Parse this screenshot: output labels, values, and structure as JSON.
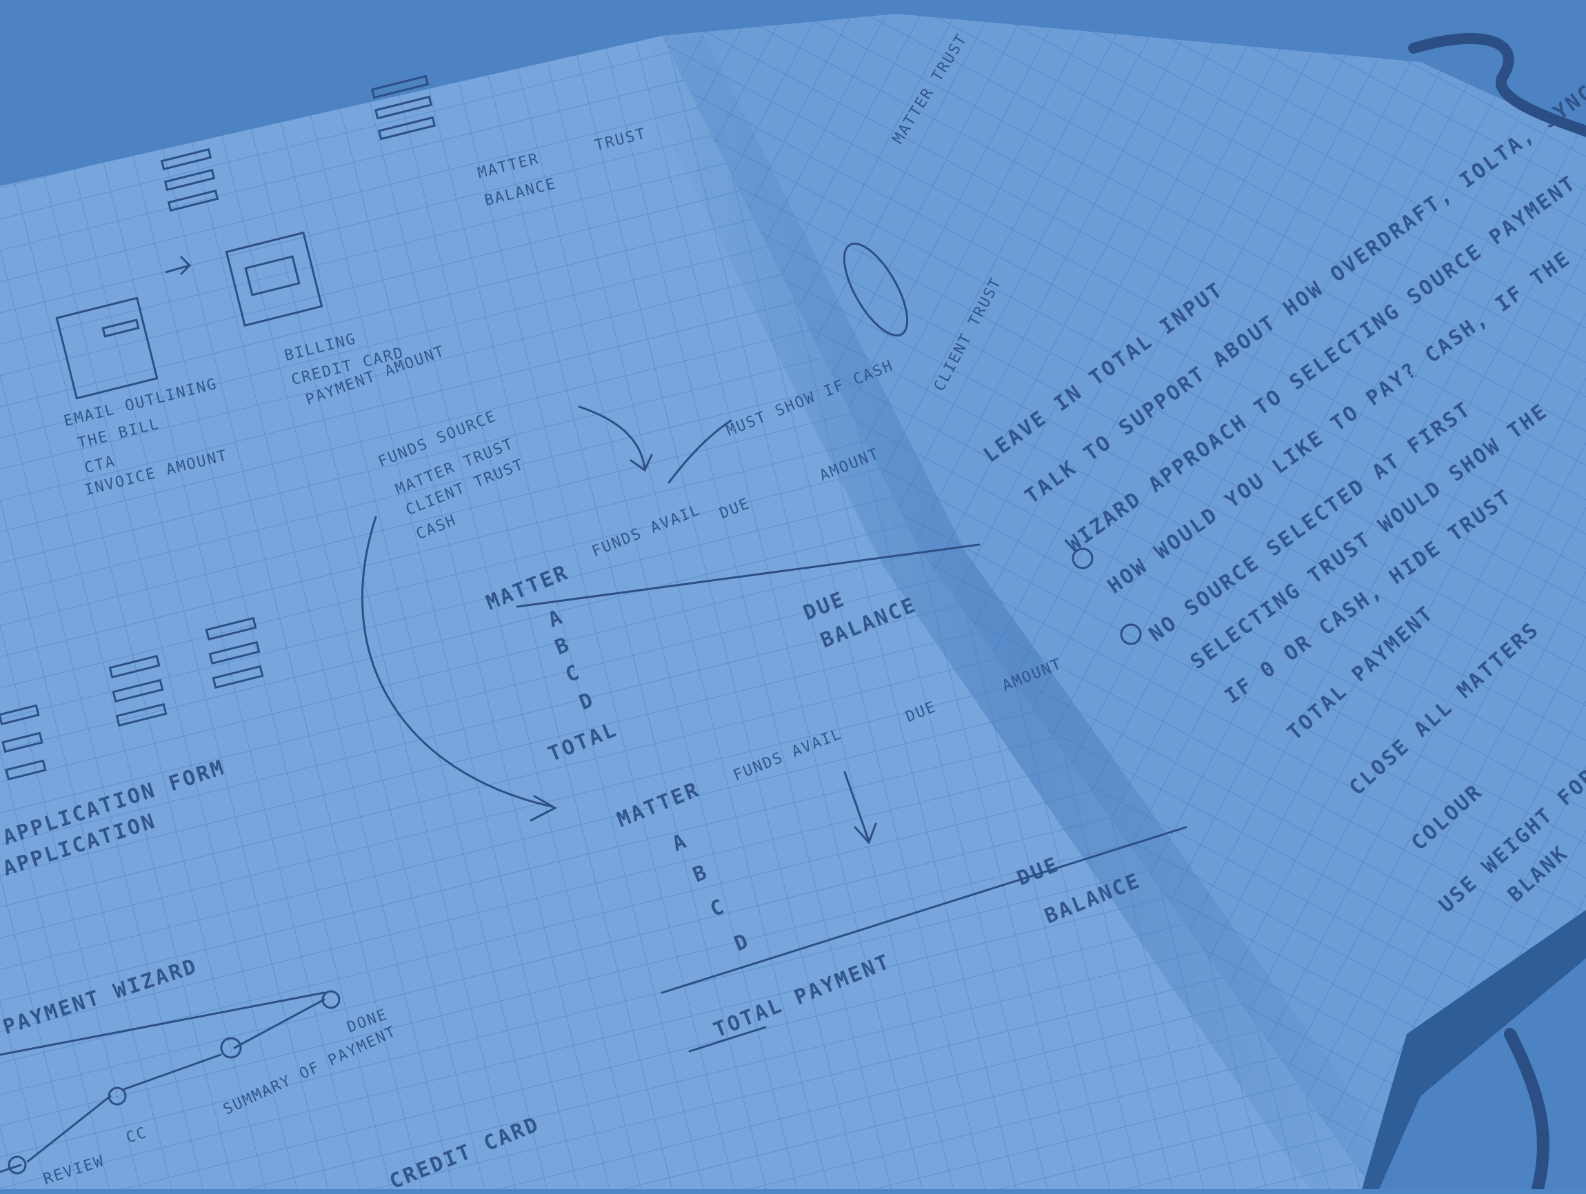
{
  "photo": {
    "subject": "notebook-sketch",
    "tint_color": "#4f86c6",
    "paper_left_color": "#7aa8de",
    "paper_right_color": "#6f9fd8",
    "ink_color": "#2d4f86",
    "ribbon_color": "#2b4f84"
  },
  "left_page": {
    "item_1": "Email outlining",
    "item_2": "the bill",
    "item_3": "CTA",
    "item_4": "Invoice amount",
    "item_5": "Billing",
    "item_6": "Credit card",
    "item_7": "Payment amount",
    "matter": "Matter",
    "trust": "Trust",
    "balance": "Balance",
    "funds_source": "Funds source",
    "source_1": "Matter trust",
    "source_2": "Client trust",
    "source_3": "Cash",
    "note_cash": "Must show if cash",
    "col_amount": "Amount",
    "col_due": "Due",
    "col_funds": "Funds avail",
    "row_a": "A",
    "row_b": "B",
    "row_c": "C",
    "row_d": "D",
    "total": "Total",
    "due_label": "Due",
    "balance_label": "Balance",
    "total_payment": "Total payment",
    "form_1": "Application form",
    "form_2": "Application",
    "wizard": "Payment wizard",
    "step_1": "Review",
    "step_2": "CC",
    "step_3": "Summary of payment",
    "step_4": "Done",
    "credit_card": "Credit card"
  },
  "right_page": {
    "trust_header": "Matter trust",
    "client_trust": "Client trust",
    "note_1": "Leave in total input",
    "note_2": "Talk to support about how overdraft, IOLTA, Sync",
    "note_3": "Wizard approach to selecting source payment",
    "note_4": "How would you like to pay? Cash, if the",
    "note_5": "No source selected at first",
    "note_6": "Selecting trust would show the",
    "note_7": "If 0 or cash, hide trust",
    "note_8": "Total payment",
    "note_9": "Close all matters",
    "note_10": "Colour",
    "note_11": "Use weight for",
    "note_12": "Blank"
  }
}
